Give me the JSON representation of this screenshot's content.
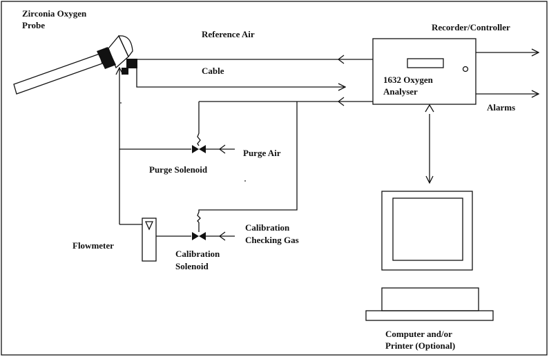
{
  "diagram": {
    "probe_label": [
      "Zirconia Oxygen",
      "Probe"
    ],
    "reference_air": "Reference Air",
    "cable": "Cable",
    "recorder_controller": "Recorder/Controller",
    "analyser": [
      "1632 Oxygen",
      "Analyser"
    ],
    "alarms": "Alarms",
    "purge_air": "Purge Air",
    "purge_solenoid": "Purge Solenoid",
    "flowmeter": "Flowmeter",
    "calibration_solenoid": [
      "Calibration",
      "Solenoid"
    ],
    "calibration_gas": [
      "Calibration",
      "Checking Gas"
    ],
    "computer": [
      "Computer and/or",
      "Printer (Optional)"
    ]
  }
}
